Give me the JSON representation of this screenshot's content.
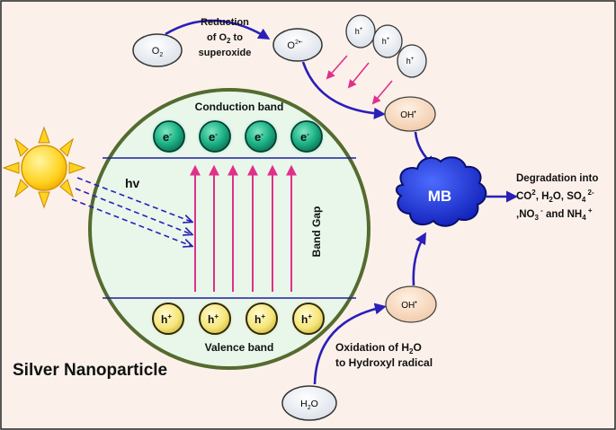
{
  "nanoparticle_label": "Silver Nanoparticle",
  "conduction_band": {
    "label": "Conduction  band",
    "electron": "e",
    "electron_sup": "-"
  },
  "valence_band": {
    "label": "Valence band",
    "hole": "h",
    "hole_sup": "+"
  },
  "band_gap_label": "Band Gap",
  "light_label": "hv",
  "o2": {
    "base": "O",
    "sub": "2"
  },
  "superoxide": {
    "base": "O",
    "sup": "2•-"
  },
  "reduction_label": {
    "line1": "Reduction",
    "line2_a": "of  O",
    "line2_sub": "2",
    "line2_b": " to",
    "line3": "superoxide"
  },
  "holes_top": {
    "base": "h",
    "sup": "+"
  },
  "hydroxyl_top": {
    "base": "OH",
    "sup": "•"
  },
  "hydroxyl_bottom": {
    "base": "OH",
    "sup": "•"
  },
  "mb_label": "MB",
  "degradation": {
    "line1": "Degradation into",
    "line2_a": "CO",
    "line2_sup": "2",
    "line2_b": ", H",
    "line2_sub": "2",
    "line2_c": "O, SO",
    "line2_sub2": "4",
    "line2_sup2": " 2-",
    "line3_a": ",NO",
    "line3_sub": "3",
    "line3_sup": " -",
    "line3_b": " and NH",
    "line3_sub2": "4",
    "line3_sup2": " +"
  },
  "oxidation_label": {
    "line1_a": "Oxidation of H",
    "line1_sub": "2",
    "line1_b": "O",
    "line2": "to Hydroxyl radical"
  },
  "water": {
    "base": "H",
    "sub": "2",
    "tail": "O"
  },
  "colors": {
    "background": "#fbf1ea",
    "circle_fill": "#e8f7ea",
    "circle_stroke": "#556b2f",
    "band_line": "#1f1fa0",
    "electron_fill": "#1db487",
    "hole_fill": "#f6e57a",
    "arrow_pink": "#e0308a",
    "arrow_blue": "#2a1fb8",
    "mb_fill": "#1f2fd8",
    "oval_fill": "#f5f7fa",
    "hydroxyl_fill": "#f7d8be",
    "sun_fill": "#ffd21f"
  }
}
